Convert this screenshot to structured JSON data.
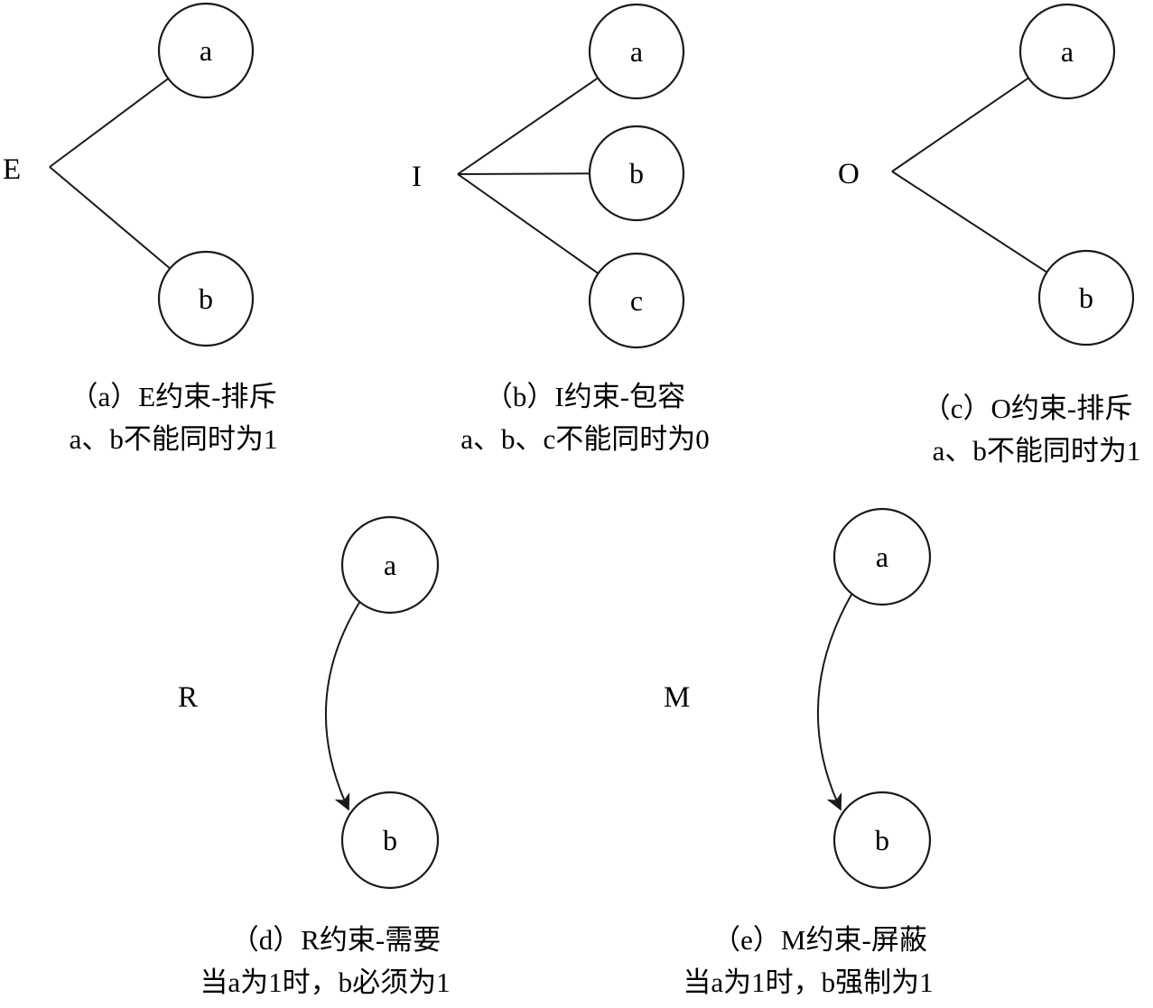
{
  "title": "constraint-type-diagrams",
  "colors": {
    "stroke": "#1a1a1a",
    "background": "#ffffff",
    "text": "#000000"
  },
  "diagrams": {
    "a": {
      "label": "E",
      "nodes": {
        "n1": "a",
        "n2": "b"
      },
      "caption_line1": "（a）E约束-排斥",
      "caption_line2": "a、b不能同时为1"
    },
    "b": {
      "label": "I",
      "nodes": {
        "n1": "a",
        "n2": "b",
        "n3": "c"
      },
      "caption_line1": "（b）I约束-包容",
      "caption_line2": "a、b、c不能同时为0"
    },
    "c": {
      "label": "O",
      "nodes": {
        "n1": "a",
        "n2": "b"
      },
      "caption_line1": "（c）O约束-排斥",
      "caption_line2": "a、b不能同时为1"
    },
    "d": {
      "label": "R",
      "nodes": {
        "n1": "a",
        "n2": "b"
      },
      "caption_line1": "（d）R约束-需要",
      "caption_line2": "当a为1时，b必须为1"
    },
    "e": {
      "label": "M",
      "nodes": {
        "n1": "a",
        "n2": "b"
      },
      "caption_line1": "（e）M约束-屏蔽",
      "caption_line2": "当a为1时，b强制为1"
    }
  }
}
